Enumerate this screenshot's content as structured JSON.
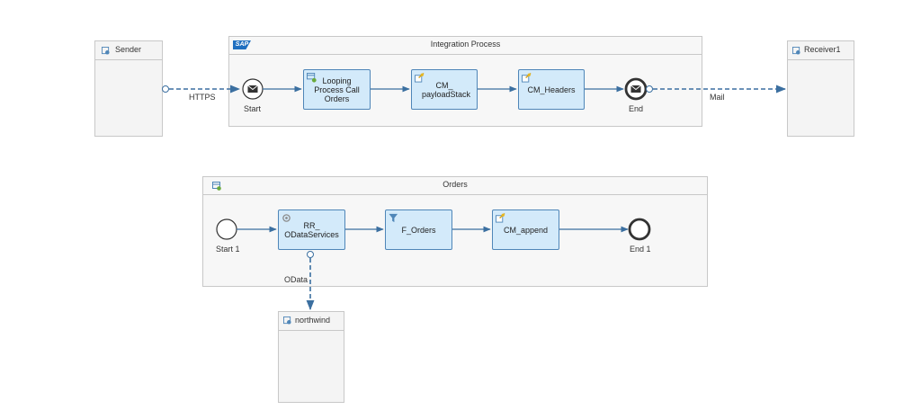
{
  "integration_process": {
    "title": "Integration Process",
    "logo": "SAP"
  },
  "sender": {
    "label": "Sender"
  },
  "receiver": {
    "label": "Receiver1"
  },
  "start_event": {
    "label": "Start"
  },
  "end_event": {
    "label": "End"
  },
  "tasks": {
    "looping": {
      "label": "Looping Process Call Orders"
    },
    "payload": {
      "label": "CM_ payloadStack"
    },
    "headers": {
      "label": "CM_Headers"
    }
  },
  "edges": {
    "https": "HTTPS",
    "mail": "Mail",
    "odata": "OData"
  },
  "orders_process": {
    "title": "Orders"
  },
  "orders_start": {
    "label": "Start 1"
  },
  "orders_end": {
    "label": "End 1"
  },
  "orders_tasks": {
    "rr": {
      "label": "RR_ ODataServices"
    },
    "filter": {
      "label": "F_Orders"
    },
    "append": {
      "label": "CM_append"
    }
  },
  "northwind": {
    "label": "northwind"
  },
  "colors": {
    "task_fill": "#d3eafa",
    "task_border": "#4f86b8",
    "flow": "#3b6fa0",
    "pool_bg": "#f7f7f7"
  }
}
